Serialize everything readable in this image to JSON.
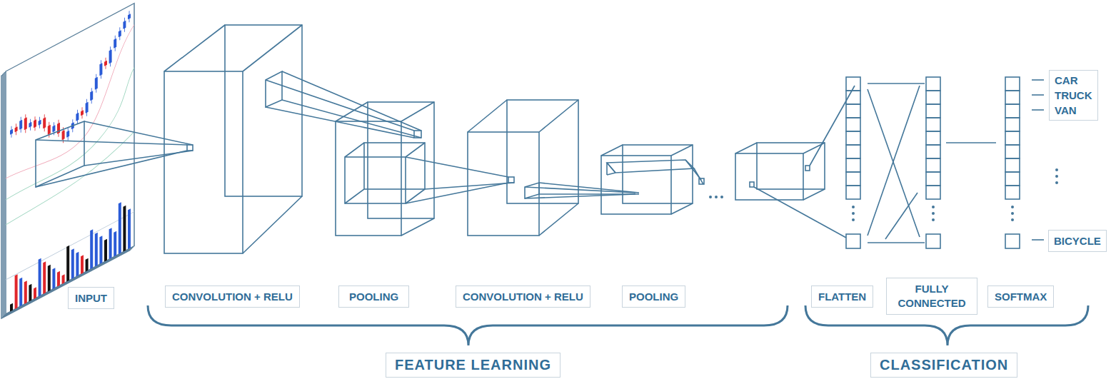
{
  "diagram": {
    "nodes": [
      {
        "text": [
          "INPUT"
        ]
      },
      {
        "text": [
          "CONVOLUTION + RELU"
        ]
      },
      {
        "text": [
          "POOLING"
        ]
      },
      {
        "text": [
          "CONVOLUTION + RELU"
        ]
      },
      {
        "text": [
          "POOLING"
        ]
      },
      {
        "text": [
          "FLATTEN"
        ]
      },
      {
        "text": [
          "FULLY CONNECTED"
        ]
      },
      {
        "text": [
          "SOFTMAX"
        ]
      },
      {
        "text": [
          "FEATURE LEARNING"
        ]
      },
      {
        "text": [
          "CLASSIFICATION"
        ]
      },
      {
        "text": [
          "CAR",
          "TRUCK",
          "VAN"
        ]
      },
      {
        "text": [
          "BICYCLE"
        ]
      }
    ]
  }
}
